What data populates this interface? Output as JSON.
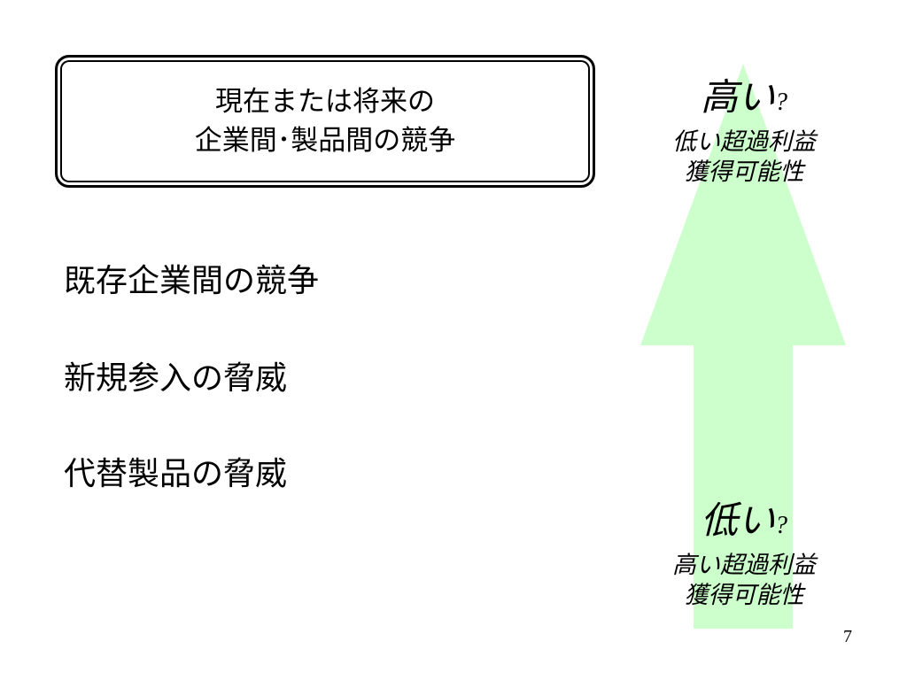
{
  "title_box": {
    "line1": "現在または将来の",
    "line2": "企業間･製品間の競争"
  },
  "forces": [
    "既存企業間の競争",
    "新規参入の脅威",
    "代替製品の脅威"
  ],
  "arrow": {
    "color": "#ccffcc",
    "top": {
      "main": "高い",
      "mark": "?",
      "sub1": "低い超過利益",
      "sub2": "獲得可能性"
    },
    "bottom": {
      "main": "低い",
      "mark": "?",
      "sub1": "高い超過利益",
      "sub2": "獲得可能性"
    }
  },
  "page_number": "7"
}
